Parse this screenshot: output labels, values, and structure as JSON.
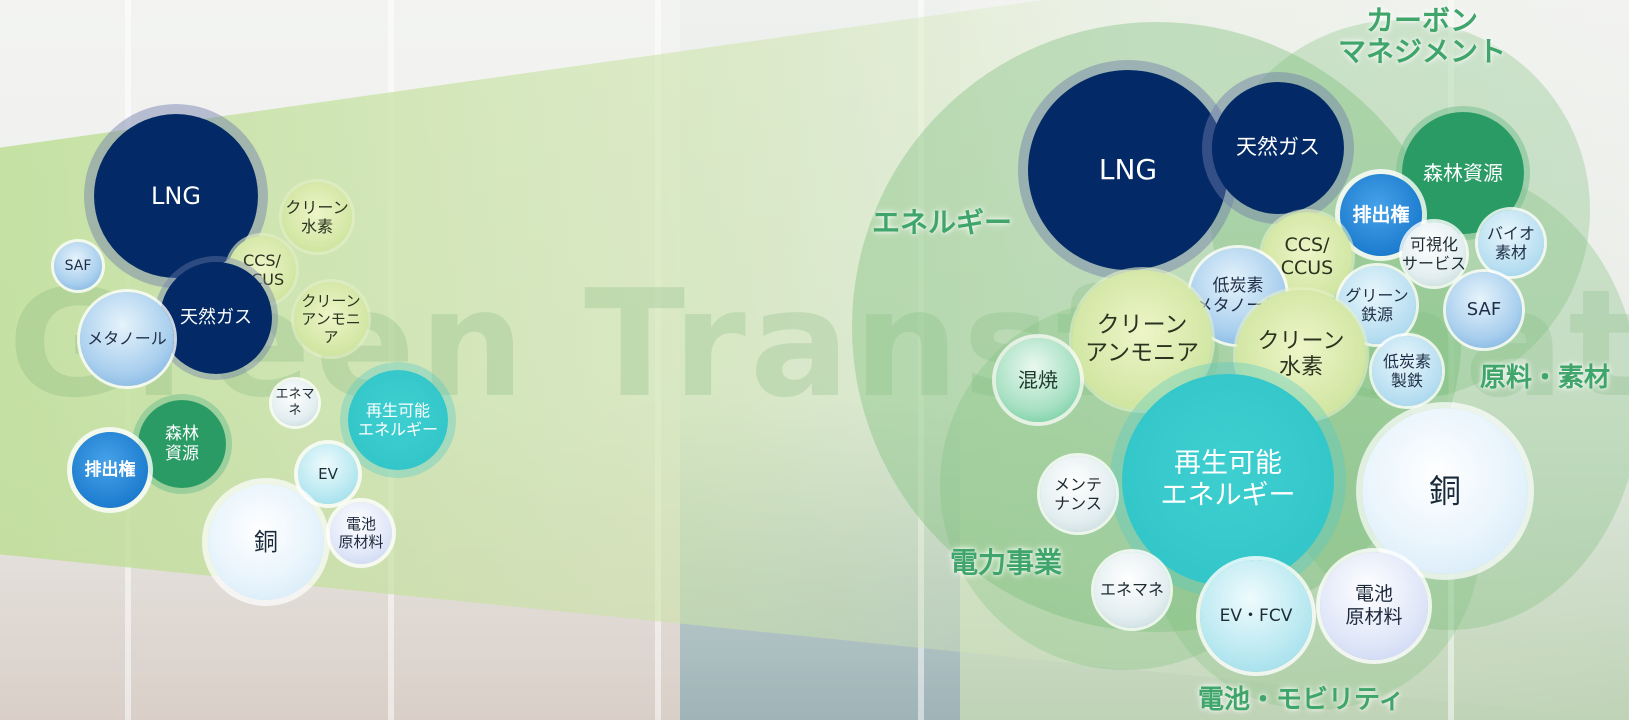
{
  "watermark": "Green Transformation",
  "left_cluster": {
    "bubbles": [
      {
        "id": "lng",
        "label": "LNG"
      },
      {
        "id": "clean-hydrogen",
        "label": "クリーン\n水素"
      },
      {
        "id": "saf",
        "label": "SAF"
      },
      {
        "id": "ccs",
        "label": "CCS/\nCCUS"
      },
      {
        "id": "natural-gas",
        "label": "天然ガス"
      },
      {
        "id": "clean-ammonia",
        "label": "クリーン\nアンモニア"
      },
      {
        "id": "methanol",
        "label": "メタノール"
      },
      {
        "id": "enemane",
        "label": "エネマネ"
      },
      {
        "id": "renewable",
        "label": "再生可能\nエネルギー"
      },
      {
        "id": "forest",
        "label": "森林\n資源"
      },
      {
        "id": "emission-rights",
        "label": "排出権"
      },
      {
        "id": "ev",
        "label": "EV"
      },
      {
        "id": "copper",
        "label": "銅"
      },
      {
        "id": "battery-materials",
        "label": "電池\n原材料"
      }
    ]
  },
  "right_cluster": {
    "groups": [
      {
        "id": "energy",
        "label": "エネルギー"
      },
      {
        "id": "carbon-management",
        "label": "カーボン\nマネジメント"
      },
      {
        "id": "materials",
        "label": "原料・素材"
      },
      {
        "id": "power",
        "label": "電力事業"
      },
      {
        "id": "battery-mobility",
        "label": "電池・モビリティ"
      }
    ],
    "bubbles": [
      {
        "id": "lng",
        "label": "LNG"
      },
      {
        "id": "natural-gas",
        "label": "天然ガス"
      },
      {
        "id": "forest",
        "label": "森林資源"
      },
      {
        "id": "emission-rights",
        "label": "排出権"
      },
      {
        "id": "ccs",
        "label": "CCS/\nCCUS"
      },
      {
        "id": "visualization",
        "label": "可視化\nサービス"
      },
      {
        "id": "bio-materials",
        "label": "バイオ\n素材"
      },
      {
        "id": "low-carbon-methanol",
        "label": "低炭素\nメタノール"
      },
      {
        "id": "green-steel",
        "label": "グリーン\n鉄源"
      },
      {
        "id": "saf",
        "label": "SAF"
      },
      {
        "id": "clean-ammonia",
        "label": "クリーン\nアンモニア"
      },
      {
        "id": "clean-hydrogen",
        "label": "クリーン\n水素"
      },
      {
        "id": "low-carbon-steel",
        "label": "低炭素\n製鉄"
      },
      {
        "id": "co-firing",
        "label": "混焼"
      },
      {
        "id": "renewable",
        "label": "再生可能\nエネルギー"
      },
      {
        "id": "copper",
        "label": "銅"
      },
      {
        "id": "maintenance",
        "label": "メンテ\nナンス"
      },
      {
        "id": "enemane",
        "label": "エネマネ"
      },
      {
        "id": "ev-fcv",
        "label": "EV・FCV"
      },
      {
        "id": "battery-materials",
        "label": "電池\n原材料"
      }
    ]
  }
}
